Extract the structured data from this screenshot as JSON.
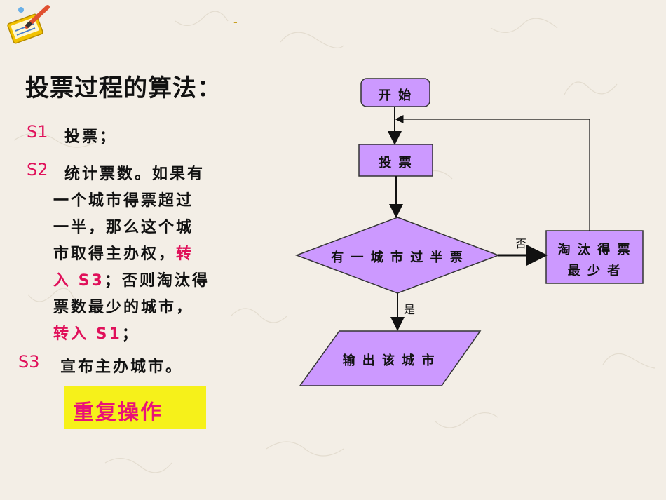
{
  "slide": {
    "title": "投票过程的算法：",
    "header_mark": "-",
    "steps": [
      {
        "label": "S1",
        "lines": [
          [
            "投票；"
          ]
        ]
      },
      {
        "label": "S2",
        "lines": [
          [
            "统计票数。如果有"
          ],
          [
            "一个城市得票超过"
          ],
          [
            "一半，那么这个城"
          ],
          [
            "市取得主办权，",
            "转"
          ],
          [
            "入 S3",
            "；否则淘汰得"
          ],
          [
            "票数最少的城市，"
          ],
          [
            "转入 S1",
            "；"
          ]
        ]
      },
      {
        "label": "S3",
        "lines": [
          [
            "宣布主办城市。"
          ]
        ]
      }
    ],
    "repeat_label": "重复操作"
  },
  "flowchart": {
    "start": "开 始",
    "vote": "投 票",
    "decision": "有 一 城 市 过 半 票",
    "eliminate_line1": "淘 汰 得 票",
    "eliminate_line2": "最 少 者",
    "output": "输 出 该 城 市",
    "no_label": "否",
    "yes_label": "是",
    "fill_color": "#cc99ff",
    "stroke_color": "#333333"
  },
  "colors": {
    "accent_pink": "#e0105a",
    "highlight_yellow": "#f6f11a",
    "background": "#f3eee6"
  }
}
